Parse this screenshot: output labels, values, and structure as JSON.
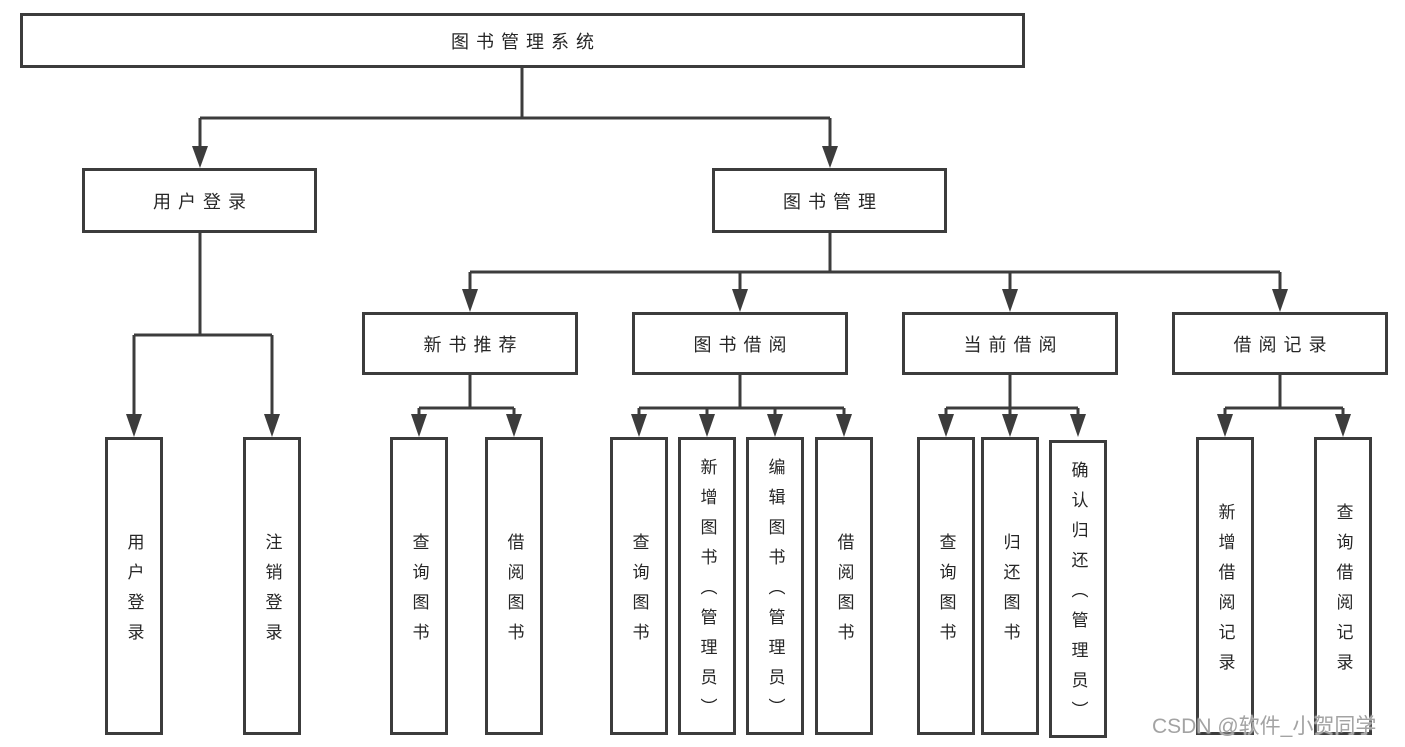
{
  "colors": {
    "line": "#3c3c3c",
    "text": "#262626",
    "node-bg": "#ffffff",
    "watermark": "#a3a3a3",
    "background": "#ffffff"
  },
  "watermark": "CSDN @软件_小贺同学",
  "tree": {
    "root": {
      "label": "图书管理系统"
    },
    "level2": [
      {
        "label": "用户登录",
        "children": [
          {
            "label": "用户登录"
          },
          {
            "label": "注销登录"
          }
        ]
      },
      {
        "label": "图书管理",
        "sections": [
          {
            "label": "新书推荐",
            "children": [
              {
                "label": "查询图书"
              },
              {
                "label": "借阅图书"
              }
            ]
          },
          {
            "label": "图书借阅",
            "children": [
              {
                "label": "查询图书"
              },
              {
                "label": "新增图书（管理员）"
              },
              {
                "label": "编辑图书（管理员）"
              },
              {
                "label": "借阅图书"
              }
            ]
          },
          {
            "label": "当前借阅",
            "children": [
              {
                "label": "查询图书"
              },
              {
                "label": "归还图书"
              },
              {
                "label": "确认归还（管理员）"
              }
            ]
          },
          {
            "label": "借阅记录",
            "children": [
              {
                "label": "新增借阅记录"
              },
              {
                "label": "查询借阅记录"
              }
            ]
          }
        ]
      }
    ]
  }
}
